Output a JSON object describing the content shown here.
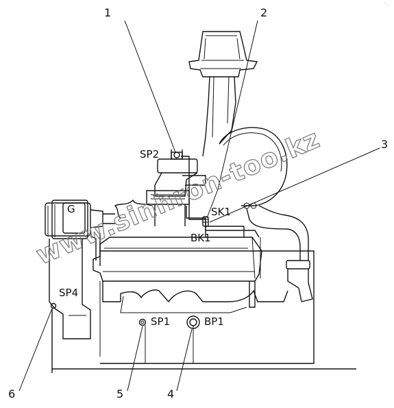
{
  "watermark": "www.sinhron-too.kz",
  "corner_mark": "´⁻",
  "callouts": {
    "c1": "1",
    "c2": "2",
    "c3": "3",
    "c4": "4",
    "c5": "5",
    "c6": "6"
  },
  "component_labels": {
    "sp2": "SP2",
    "sk1": "SK1",
    "bk1": "BK1",
    "sp4": "SP4",
    "sp1": "SP1",
    "bp1": "BP1",
    "generator": "G"
  },
  "colors": {
    "line": "#111111",
    "watermark": "#7f7f7f",
    "background": "#ffffff"
  }
}
